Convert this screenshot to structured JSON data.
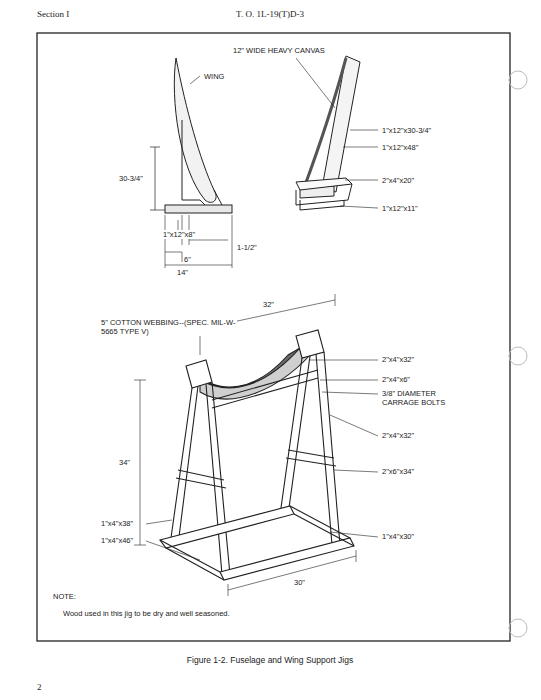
{
  "diagram": {
    "caption": "Figure 1-2. Fuselage and Wing Support Jigs",
    "labels": [
      "Section I",
      "T. O. 1L-19(T)D-3",
      "12\" WIDE HEAVY CANVAS",
      "WING",
      "30-3/4\"",
      "1\"x12\"x30-3/4\"",
      "1\"x12\"x48\"",
      "2\"x4\"x20\"",
      "1\"x12\"x8\"",
      "1\"x12\"x11\"",
      "1-1/2\"",
      "6\"",
      "14\"",
      "5\" COTTON WEBBING--(SPEC. MIL-W-5665 TYPE V)",
      "32\"",
      "2\"x4\"x32\"",
      "2\"x4\"x6\"",
      "3/8\" DIAMETER CARRAGE BOLTS",
      "34\"",
      "2\"x4\"x32\"",
      "2\"x6\"x34\"",
      "1\"x4\"x38\"",
      "1\"x4\"x46\"",
      "1\"x4\"x30\"",
      "30\"",
      "NOTE:",
      "Wood used in this jig to be dry and well seasoned.",
      "2"
    ]
  }
}
